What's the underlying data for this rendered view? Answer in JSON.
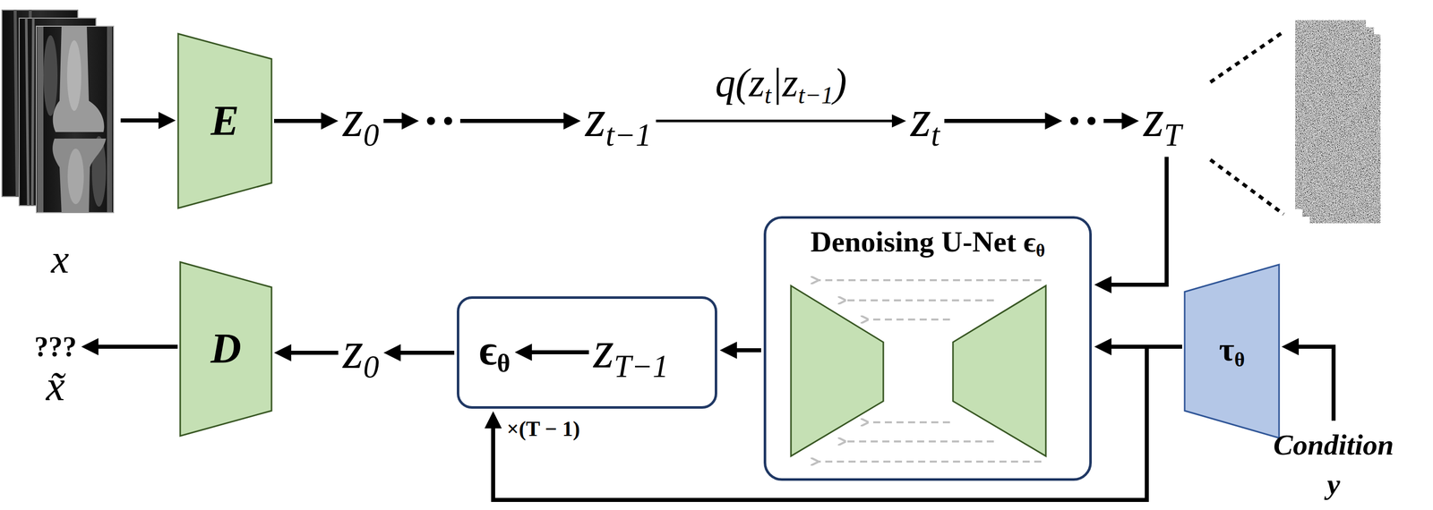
{
  "diagram": {
    "nodes": [
      {
        "text": [
          "x"
        ]
      },
      {
        "text": [
          "E"
        ]
      },
      {
        "text": [
          "z0"
        ]
      },
      {
        "text": [
          "zt−1"
        ]
      },
      {
        "text": [
          "zt"
        ]
      },
      {
        "text": [
          "zT"
        ]
      },
      {
        "text": [
          "Denoising U-Net ϵθ"
        ]
      },
      {
        "text": [
          "τθ"
        ]
      },
      {
        "text": [
          "Condition y"
        ]
      },
      {
        "text": []
      },
      {
        "text": [
          "ϵθ"
        ],
        "in": 9
      },
      {
        "text": [
          "zT−1"
        ],
        "in": 9
      },
      {
        "text": [
          "z0"
        ]
      },
      {
        "text": [
          "D"
        ]
      },
      {
        "text": [
          "???",
          "x̃"
        ]
      }
    ],
    "edges": [
      {
        "from": 0,
        "to": 1,
        "arrow": "to"
      },
      {
        "from": 1,
        "to": 2,
        "arrow": "to"
      },
      {
        "from": 2,
        "to": 3,
        "arrow": "to"
      },
      {
        "from": 3,
        "to": 4,
        "arrow": "to",
        "label": "q(zt|zt−1)"
      },
      {
        "from": 4,
        "to": 5,
        "arrow": "to"
      },
      {
        "from": 5,
        "to": 6,
        "arrow": "to"
      },
      {
        "from": 7,
        "to": 6,
        "arrow": "to"
      },
      {
        "from": 8,
        "to": 7,
        "arrow": "to"
      },
      {
        "from": 6,
        "to": 9,
        "arrow": "to"
      },
      {
        "from": 11,
        "to": 10,
        "arrow": "to"
      },
      {
        "from": 7,
        "to": 9,
        "arrow": "to",
        "label": "×(T − 1)"
      },
      {
        "from": 9,
        "to": 12,
        "arrow": "to"
      },
      {
        "from": 12,
        "to": 13,
        "arrow": "to"
      },
      {
        "from": 13,
        "to": 14,
        "arrow": "to"
      }
    ]
  }
}
